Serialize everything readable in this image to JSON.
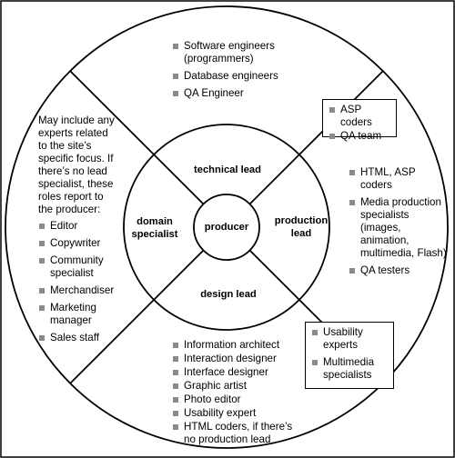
{
  "center": {
    "label": "producer"
  },
  "inner_ring": {
    "top": "technical lead",
    "left": [
      "domain",
      "specialist"
    ],
    "right": [
      "production",
      "lead"
    ],
    "bottom": "design lead"
  },
  "technical": {
    "items": [
      "Software engineers (programmers)",
      "Database engineers",
      "QA Engineer"
    ],
    "box": [
      "ASP coders",
      "QA team"
    ]
  },
  "production": {
    "items": [
      "HTML, ASP coders",
      "Media production specialists (images, animation, multimedia, Flash)",
      "QA testers"
    ],
    "box": [
      "Usability experts",
      "Multimedia specialists"
    ]
  },
  "design": {
    "items": [
      "Information architect",
      "Interaction designer",
      "Interface designer",
      "Graphic artist",
      "Photo editor",
      "Usability expert",
      "HTML coders, if there’s no production lead"
    ]
  },
  "domain": {
    "intro": "May include any experts related to the site’s specific focus. If there’s no lead specialist, these roles report to the producer:",
    "items": [
      "Editor",
      "Copywriter",
      "Community specialist",
      "Merchandiser",
      "Marketing manager",
      "Sales staff"
    ]
  }
}
